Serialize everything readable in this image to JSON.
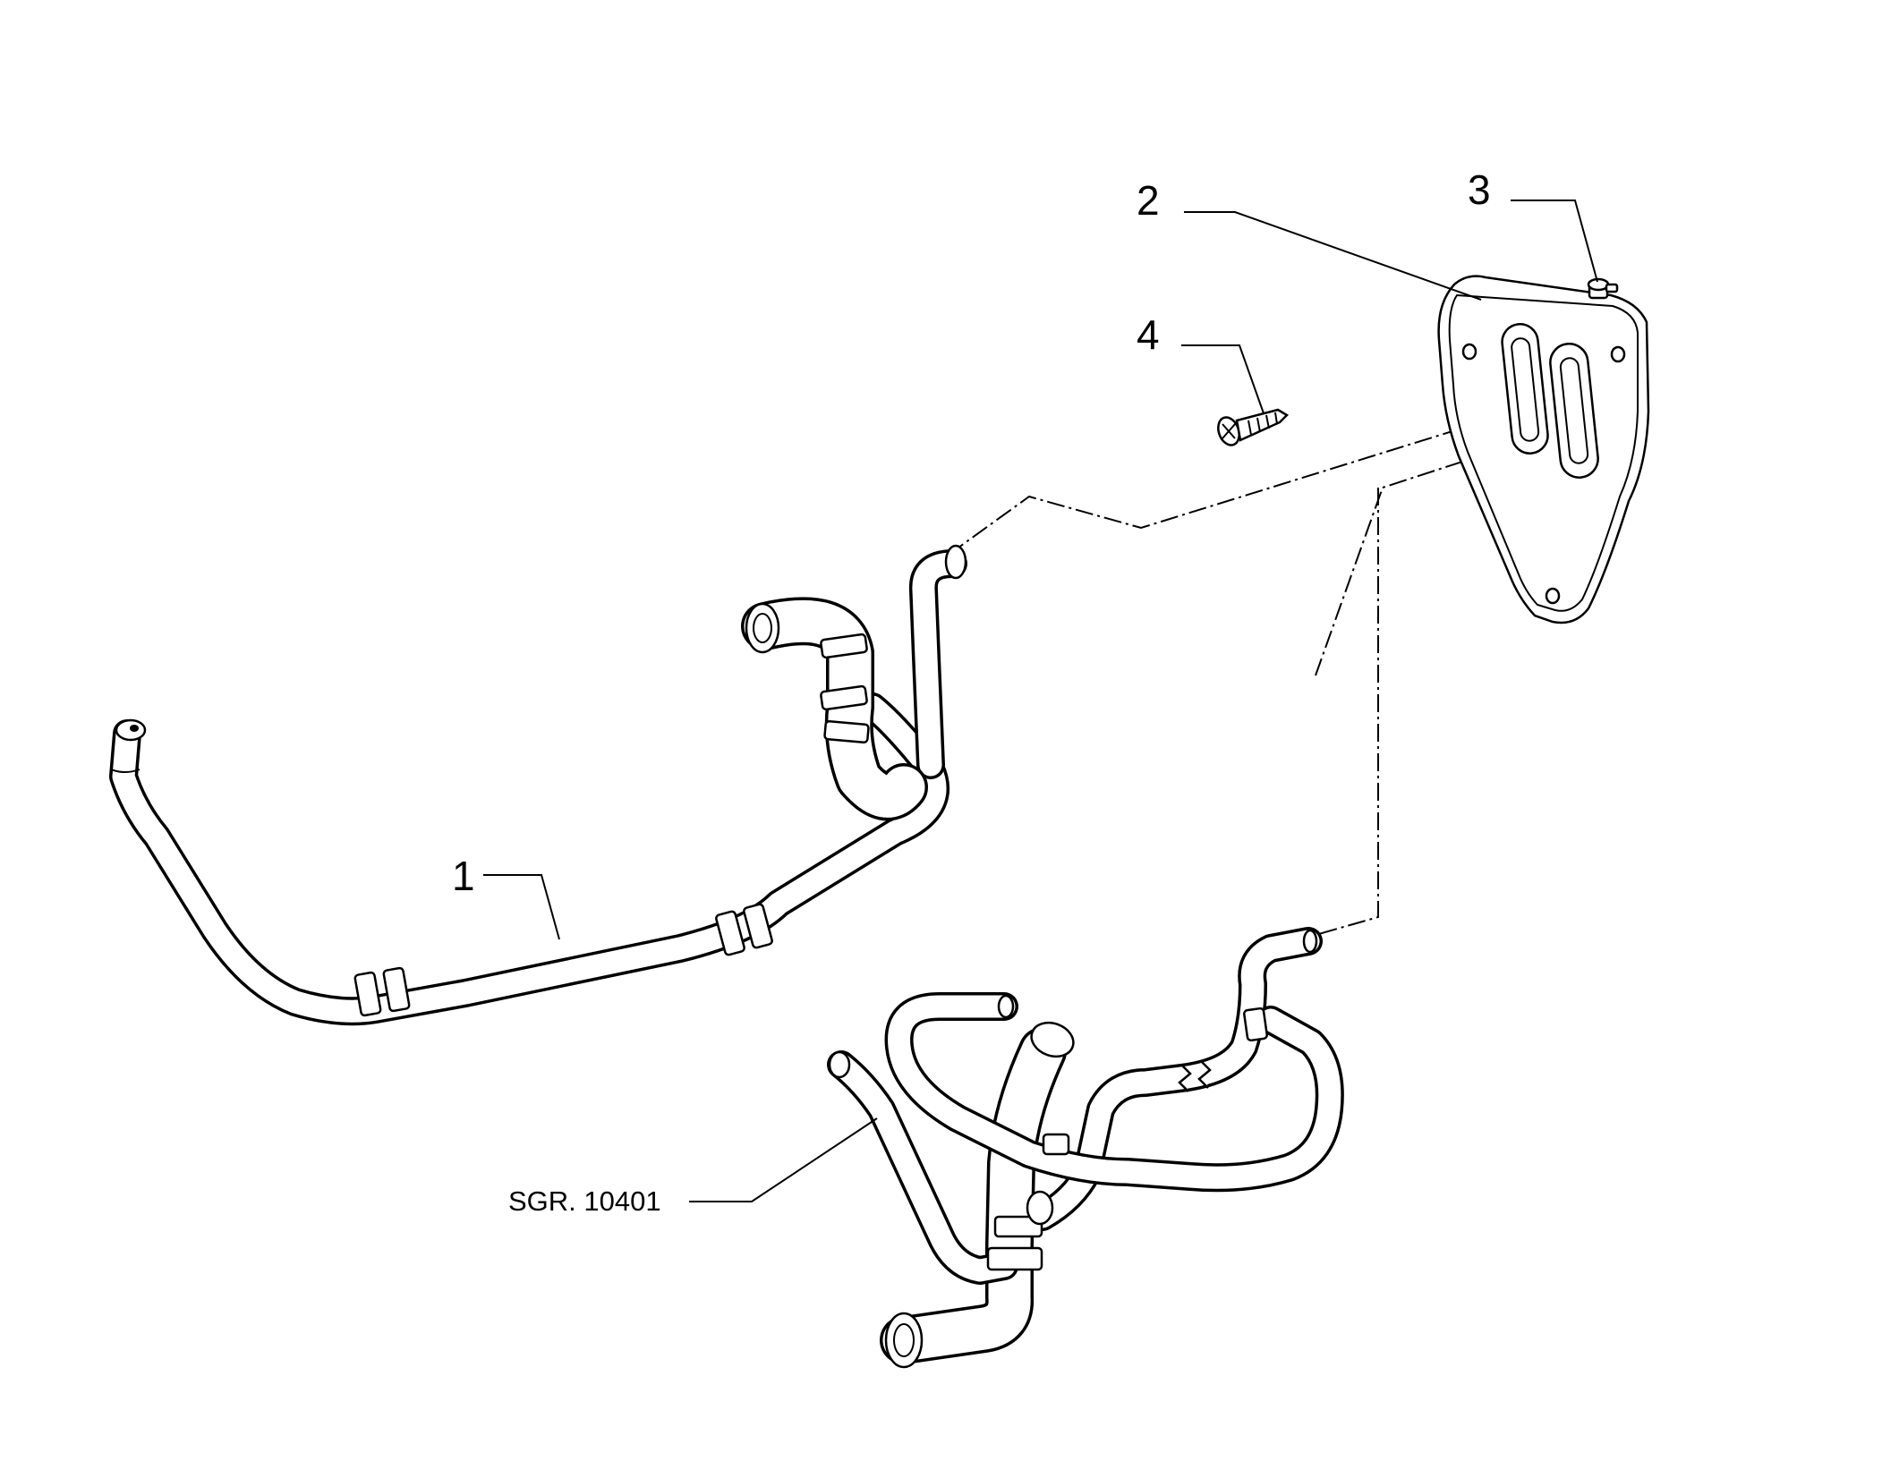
{
  "callouts": {
    "part_1": "1",
    "part_2": "2",
    "part_3": "3",
    "part_4": "4"
  },
  "reference": {
    "label": "SGR. 10401"
  }
}
